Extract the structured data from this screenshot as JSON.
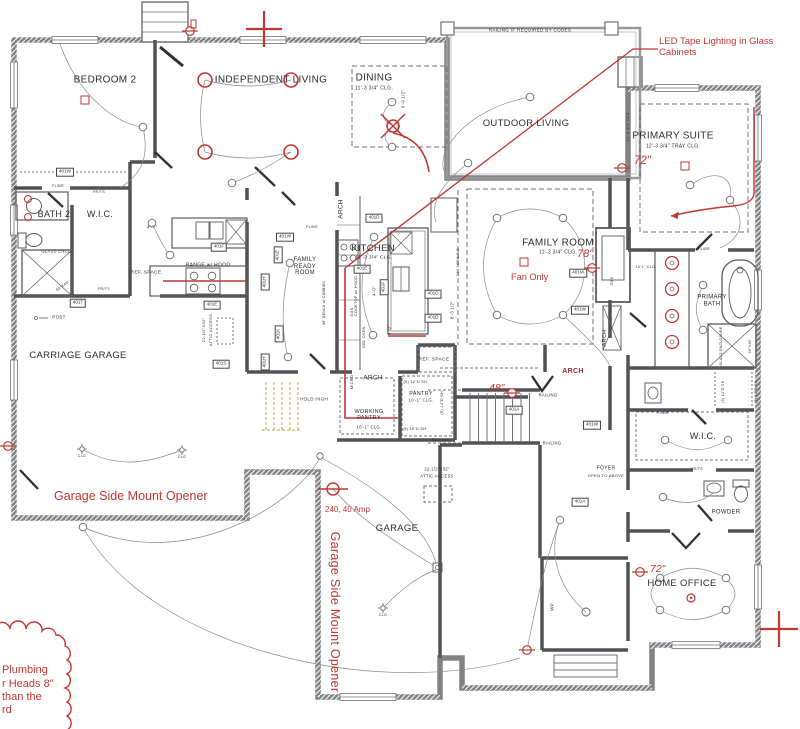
{
  "colors": {
    "red": "#bf3730",
    "maroon": "#8d2f2b",
    "wall": "#808285",
    "line": "#87888b",
    "tan": "#c9b46a"
  },
  "rooms": {
    "bedroom2": "BEDROOM 2",
    "independent_living": "INDEPENDENT LIVING",
    "dining": "DINING",
    "dining_clg": "11'-3 3/4\" CLG.",
    "outdoor_living": "OUTDOOR LIVING",
    "primary_suite": "PRIMARY SUITE",
    "primary_suite_clg": "12'-3 3/4\" TRAY CLG.",
    "family_room": "FAMILY ROOM",
    "family_room_clg": "11'-3 3/4\" CLG.",
    "kitchen": "KITCHEN",
    "kitchen_clg": "11'-3 3/4\" CLG.",
    "bath2": "BATH 2",
    "wic_left": "W.I.C.",
    "family_ready": "FAMILY READY ROOM",
    "carriage_garage": "CARRIAGE GARAGE",
    "garage": "GARAGE",
    "working_pantry": "WORKING PANTRY",
    "working_pantry_clg": "10'-1\" CLG.",
    "pantry": "PANTRY",
    "pantry_clg": "10'-1\" CLG.",
    "primary_bath": "PRIMARY BATH",
    "wic_right": "W.I.C.",
    "powder": "POWDER",
    "foyer": "FOYER",
    "foyer_sub": "OPEN TO ABOVE",
    "home_office": "HOME OFFICE"
  },
  "red_notes": {
    "led_tape": "LED Tape Lighting in Glass Cabinets",
    "fan_only": "Fan Only",
    "h72_primary": "72\"",
    "h78_family": "78\"",
    "h48_nook": "48\"",
    "h72_office": "72\"",
    "amp": "240, 40 Amp",
    "garage_opener": "Garage Side Mount Opener",
    "cloud_line1": "Plumbing",
    "cloud_line2": "r Heads 8\"",
    "cloud_line3": "than the",
    "cloud_line4": "rd"
  },
  "fixtures": {
    "range_hood": "RANGE w/ HOOD",
    "ref_space": "REF. SPACE",
    "cooktop_hood": "COOKTOP w/ HOOD",
    "dbl_oven": "DBL OVEN",
    "micro": "MICRO",
    "gas": "GAS",
    "bench": "48\" BENCH w/ CUBBIES",
    "glass_encl": "GLASS ENCL",
    "glass_enclosure": "GLASS ENCLOSURE",
    "shower_size": "66\"X48\"",
    "post": "POST",
    "hold_high": "HOLD HIGH",
    "attic_size": "22-1/2\"X32\"",
    "attic_label": "ATTIC ACCESS",
    "railing": "RAILING",
    "railing_code": "RAILING IF REQUIRED BY CODES",
    "arch": "ARCH",
    "clg_fan": "CLG",
    "wp": "WP",
    "shelves_12": "(5) 12\"D SH.",
    "shelves_14": "(5) 14\"D SH.",
    "shelves_16": "(5) 16\"D SH.",
    "fl_br": "FL/BR",
    "fr_ts": "FR/TS",
    "clg_10": "10'1\" CLG.",
    "ceiling_10": "10'1\" CEILING",
    "clg_11": "11'-3 3/4\" CLG."
  },
  "dims": {
    "d47": "4'-7\"",
    "d40": "4'-0\"",
    "d692": "6'-9 1/2\"",
    "d30": "3'-0\"",
    "d835": "8'-3 1/2\""
  },
  "tags": {
    "a": "401A",
    "c": "401C",
    "d": "401D",
    "e": "401E",
    "f": "401F",
    "h": "401H",
    "k": "401K",
    "m": "401M",
    "s": "401S",
    "t": "401T",
    "w": "401W"
  }
}
